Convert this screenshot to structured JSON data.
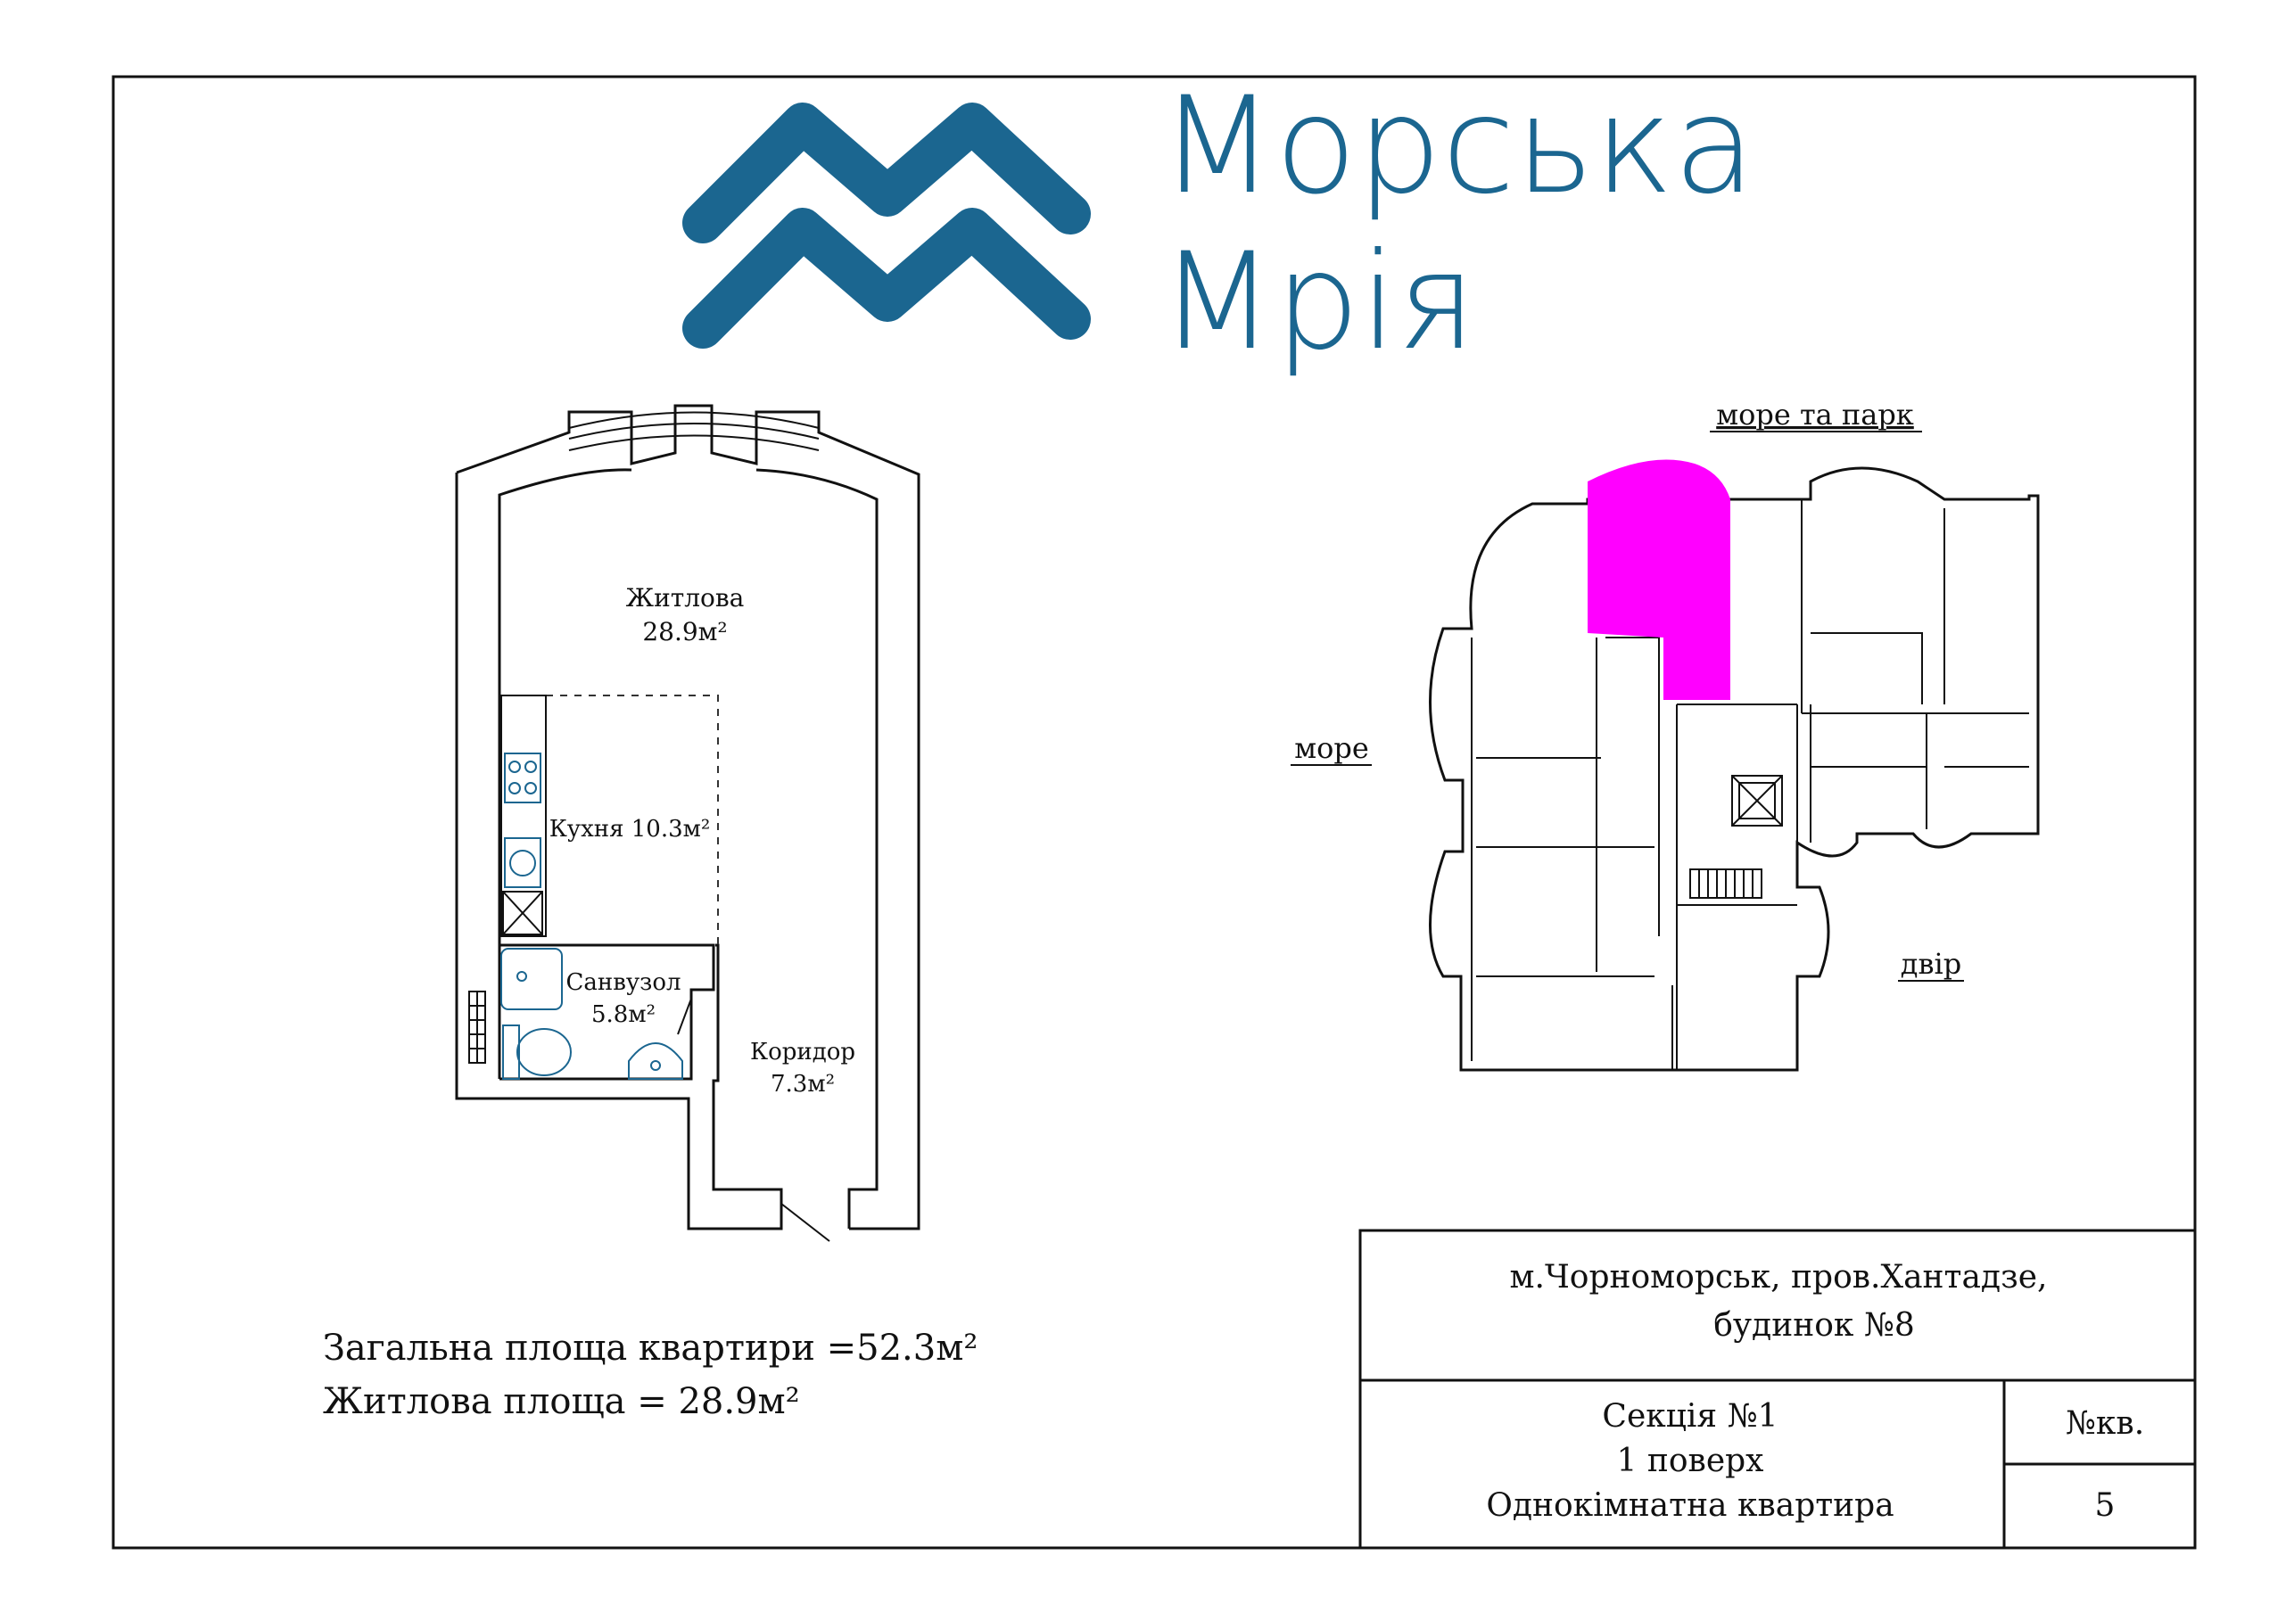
{
  "brand": {
    "name_line1": "Морська",
    "name_line2": "Мрія",
    "color": "#1b6690"
  },
  "plan": {
    "rooms": [
      {
        "name": "Житлова",
        "area": "28.9м²"
      },
      {
        "name": "Кухня 10.3м²"
      },
      {
        "name": "Санвузол",
        "area": "5.8м²"
      },
      {
        "name": "Коридор",
        "area": "7.3м²"
      }
    ],
    "fixtures": [
      "stove-icon",
      "sink-icon",
      "washer-icon",
      "shower-icon",
      "toilet-icon",
      "washbasin-icon",
      "radiator-icon",
      "entrance-door-icon"
    ]
  },
  "orientation": {
    "north": "море та парк",
    "west": "море",
    "east": "двір"
  },
  "highlight_color": "#ff00ff",
  "summary": {
    "total_area": "Загальна площа квартири =52.3м²",
    "living_area": "Житлова площа = 28.9м²"
  },
  "stamp": {
    "address_line1": "м.Чорноморськ, пров.Хантадзе,",
    "address_line2": "будинок №8",
    "section": "Секція №1",
    "floor": "1 поверх",
    "apartment_type": "Однокімнатна квартира",
    "apt_number_label": "№кв.",
    "apt_number": "5"
  }
}
